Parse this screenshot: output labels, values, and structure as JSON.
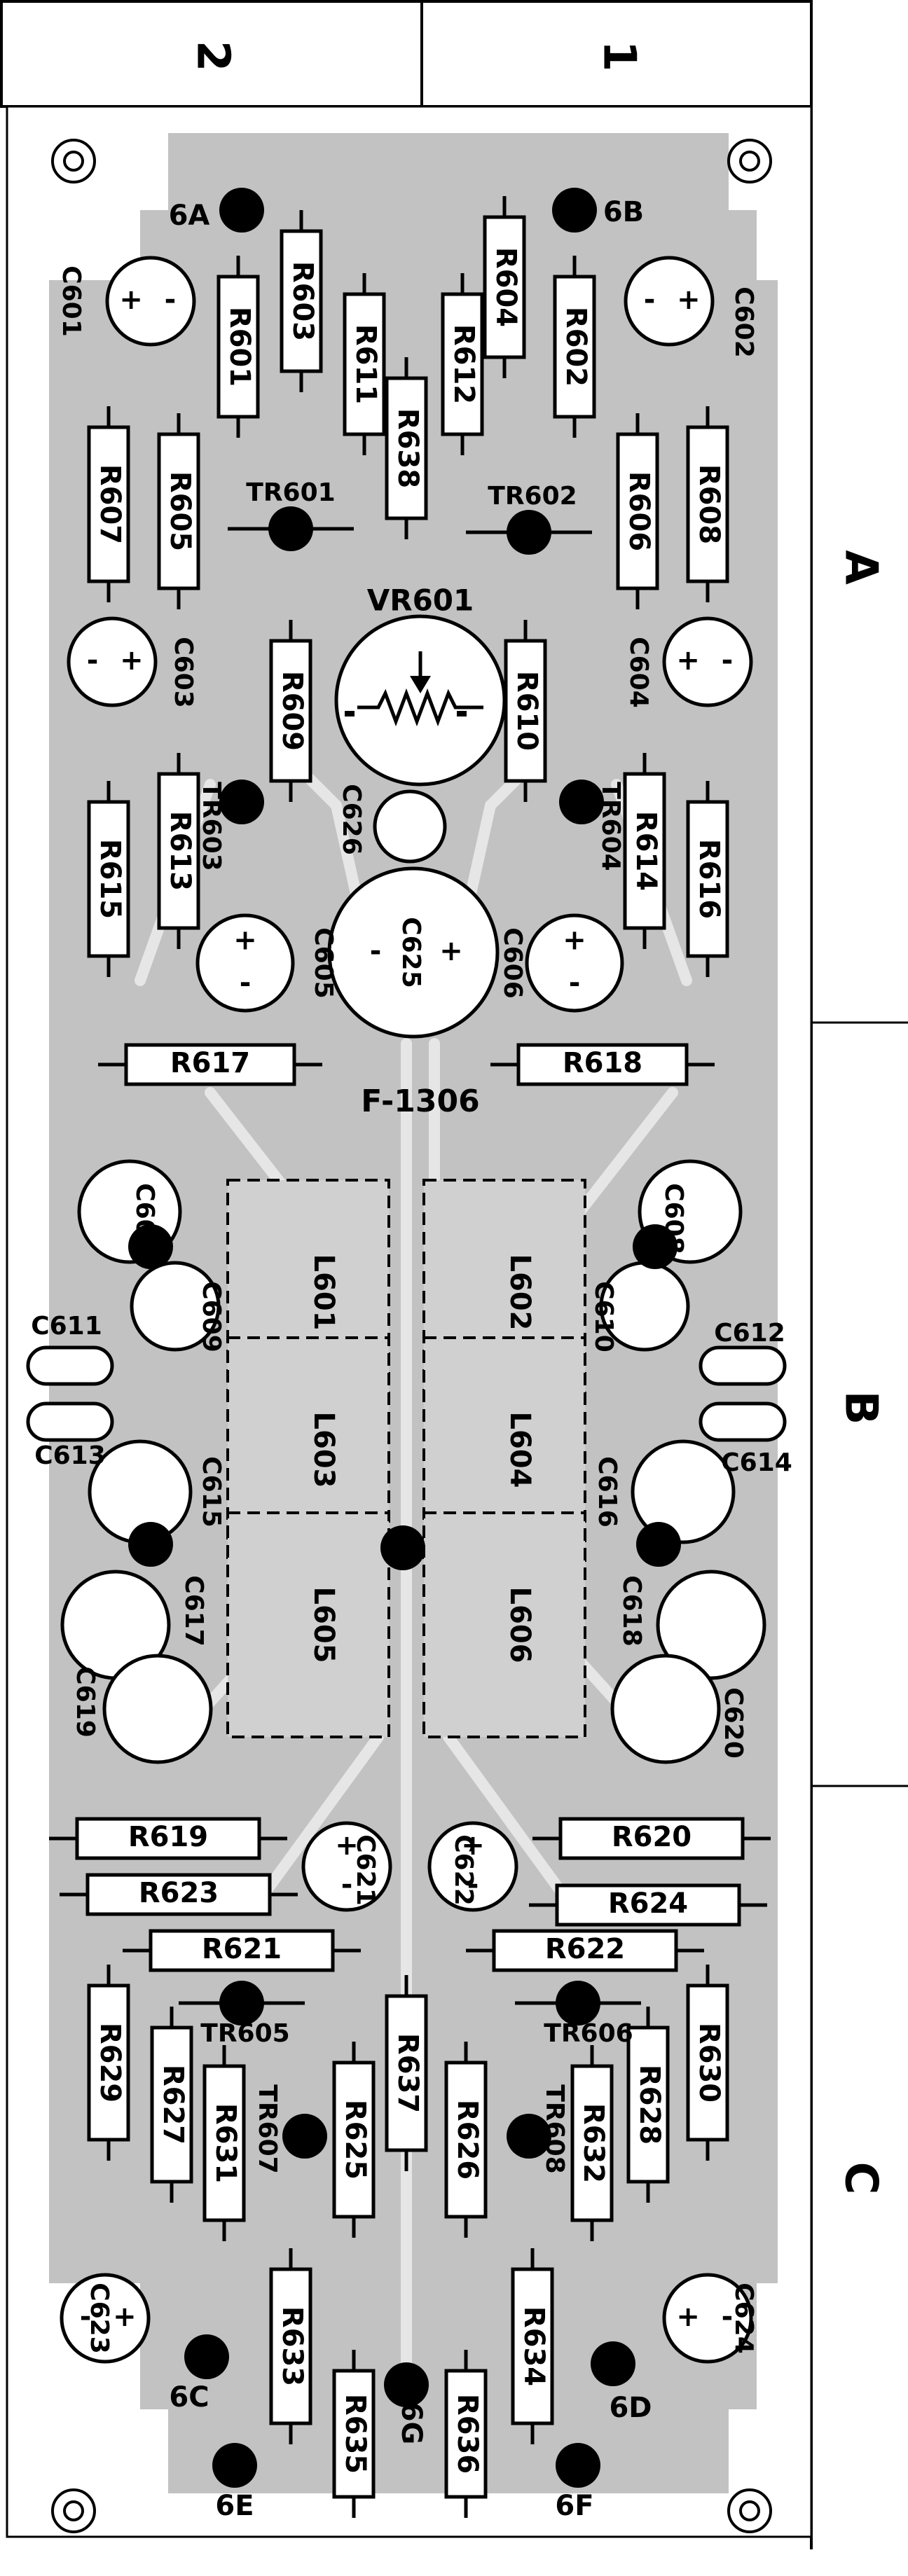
{
  "grid": {
    "columns": [
      "2",
      "1"
    ],
    "rows": [
      "A",
      "B",
      "C"
    ]
  },
  "board_label": "F-1306",
  "resistors": [
    {
      "id": "r603",
      "label": "R603"
    },
    {
      "id": "r604",
      "label": "R604"
    },
    {
      "id": "r601",
      "label": "R601"
    },
    {
      "id": "r611",
      "label": "R611"
    },
    {
      "id": "r612",
      "label": "R612"
    },
    {
      "id": "r602",
      "label": "R602"
    },
    {
      "id": "r638",
      "label": "R638"
    },
    {
      "id": "r607",
      "label": "R607"
    },
    {
      "id": "r605",
      "label": "R605"
    },
    {
      "id": "r606",
      "label": "R606"
    },
    {
      "id": "r608",
      "label": "R608"
    },
    {
      "id": "r609",
      "label": "R609"
    },
    {
      "id": "r610",
      "label": "R610"
    },
    {
      "id": "r615",
      "label": "R615"
    },
    {
      "id": "r613",
      "label": "R613"
    },
    {
      "id": "r614",
      "label": "R614"
    },
    {
      "id": "r616",
      "label": "R616"
    },
    {
      "id": "r617",
      "label": "R617"
    },
    {
      "id": "r618",
      "label": "R618"
    },
    {
      "id": "r619",
      "label": "R619"
    },
    {
      "id": "r620",
      "label": "R620"
    },
    {
      "id": "r623",
      "label": "R623"
    },
    {
      "id": "r624",
      "label": "R624"
    },
    {
      "id": "r621",
      "label": "R621"
    },
    {
      "id": "r622",
      "label": "R622"
    },
    {
      "id": "r629",
      "label": "R629"
    },
    {
      "id": "r627",
      "label": "R627"
    },
    {
      "id": "r631",
      "label": "R631"
    },
    {
      "id": "r625",
      "label": "R625"
    },
    {
      "id": "r637",
      "label": "R637"
    },
    {
      "id": "r626",
      "label": "R626"
    },
    {
      "id": "r632",
      "label": "R632"
    },
    {
      "id": "r628",
      "label": "R628"
    },
    {
      "id": "r630",
      "label": "R630"
    },
    {
      "id": "r633",
      "label": "R633"
    },
    {
      "id": "r635",
      "label": "R635"
    },
    {
      "id": "r636",
      "label": "R636"
    },
    {
      "id": "r634",
      "label": "R634"
    }
  ],
  "capacitor_labels": [
    {
      "id": "c601",
      "label": "C601"
    },
    {
      "id": "c602",
      "label": "C602"
    },
    {
      "id": "c603",
      "label": "C603"
    },
    {
      "id": "c604",
      "label": "C604"
    },
    {
      "id": "c605",
      "label": "C605"
    },
    {
      "id": "c606",
      "label": "C606"
    },
    {
      "id": "c625",
      "label": "C625"
    },
    {
      "id": "c626",
      "label": "C626"
    },
    {
      "id": "c607",
      "label": "C607"
    },
    {
      "id": "c608",
      "label": "C608"
    },
    {
      "id": "c609",
      "label": "C609"
    },
    {
      "id": "c610",
      "label": "C610"
    },
    {
      "id": "c611",
      "label": "C611"
    },
    {
      "id": "c612",
      "label": "C612"
    },
    {
      "id": "c613",
      "label": "C613"
    },
    {
      "id": "c614",
      "label": "C614"
    },
    {
      "id": "c615",
      "label": "C615"
    },
    {
      "id": "c616",
      "label": "C616"
    },
    {
      "id": "c617",
      "label": "C617"
    },
    {
      "id": "c618",
      "label": "C618"
    },
    {
      "id": "c619",
      "label": "C619"
    },
    {
      "id": "c620",
      "label": "C620"
    },
    {
      "id": "c621",
      "label": "C621"
    },
    {
      "id": "c622",
      "label": "C622"
    },
    {
      "id": "c623",
      "label": "C623"
    },
    {
      "id": "c624",
      "label": "C624"
    }
  ],
  "transistor_labels": [
    {
      "id": "tr601",
      "label": "TR601"
    },
    {
      "id": "tr602",
      "label": "TR602"
    },
    {
      "id": "tr603",
      "label": "TR603"
    },
    {
      "id": "tr604",
      "label": "TR604"
    },
    {
      "id": "tr605",
      "label": "TR605"
    },
    {
      "id": "tr606",
      "label": "TR606"
    },
    {
      "id": "tr607",
      "label": "TR607"
    },
    {
      "id": "tr608",
      "label": "TR608"
    }
  ],
  "inductors": [
    {
      "id": "l601",
      "label": "L601"
    },
    {
      "id": "l602",
      "label": "L602"
    },
    {
      "id": "l603",
      "label": "L603"
    },
    {
      "id": "l604",
      "label": "L604"
    },
    {
      "id": "l605",
      "label": "L605"
    },
    {
      "id": "l606",
      "label": "L606"
    }
  ],
  "pot": {
    "label": "VR601"
  },
  "terminals": [
    {
      "id": "t6a",
      "label": "6A"
    },
    {
      "id": "t6b",
      "label": "6B"
    },
    {
      "id": "t6c",
      "label": "6C"
    },
    {
      "id": "t6d",
      "label": "6D"
    },
    {
      "id": "t6e",
      "label": "6E"
    },
    {
      "id": "t6f",
      "label": "6F"
    },
    {
      "id": "t6g",
      "label": "6G"
    }
  ],
  "polarity": {
    "plus": "+",
    "minus": "-"
  }
}
